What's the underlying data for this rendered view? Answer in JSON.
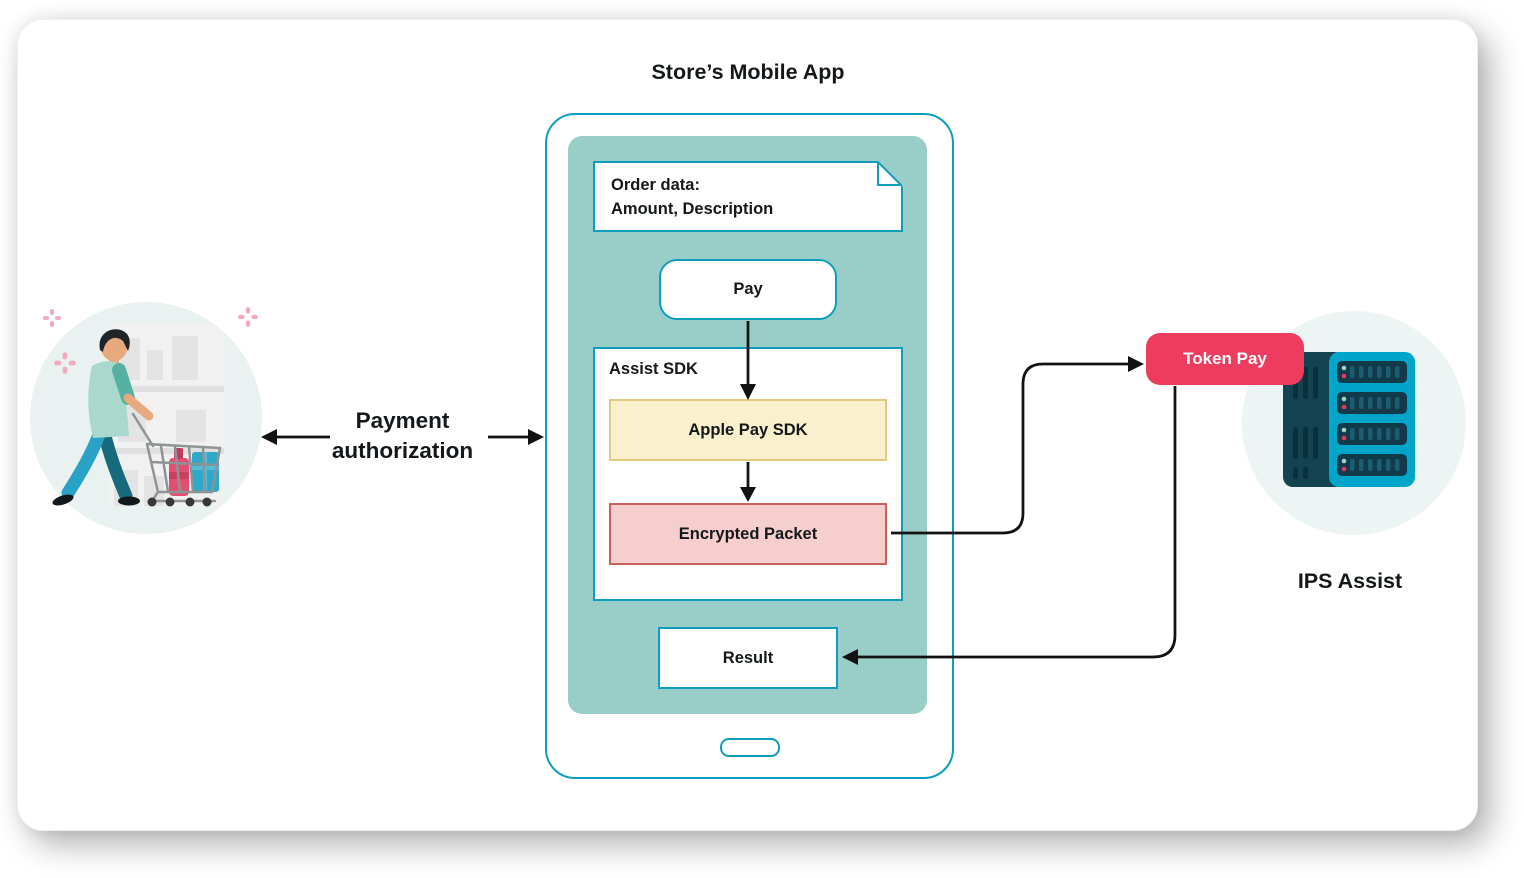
{
  "title": "Store’s Mobile App",
  "phone": {
    "order_data_line1": "Order data:",
    "order_data_line2": "Amount, Description",
    "pay_button": "Pay",
    "assist_sdk": {
      "label": "Assist SDK",
      "apple_pay_sdk": "Apple Pay SDK",
      "encrypted_packet": "Encrypted Packet"
    },
    "result": "Result"
  },
  "customer": {
    "label_line1": "Payment",
    "label_line2": "authorization"
  },
  "ips": {
    "token_pay": "Token Pay",
    "label": "IPS Assist"
  },
  "icons": {
    "customer_illustration": "shopper-with-cart-icon",
    "server_illustration": "server-rack-icon",
    "document_fold": "document-fold-icon",
    "home_button": "phone-home-button"
  },
  "colors": {
    "outline_teal": "#0d9dbe",
    "screen_teal": "#98cec7",
    "yellow_fill": "#faf0cd",
    "yellow_border": "#e3c97d",
    "pink_fill": "#f5cecd",
    "pink_border": "#c9625e",
    "accent_pink": "#ee3c5f",
    "arrow_black": "#121212",
    "mint_circle": "#e9f2f0",
    "server_dark": "#134250",
    "server_cyan": "#01a5c9"
  }
}
